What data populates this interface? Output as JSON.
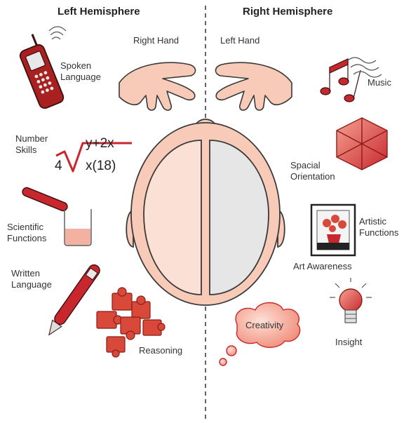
{
  "headers": {
    "left": "Left Hemisphere",
    "right": "Right Hemisphere"
  },
  "labels": {
    "right_hand": "Right Hand",
    "left_hand": "Left Hand",
    "spoken_language": "Spoken\nLanguage",
    "number_skills": "Number\nSkills",
    "scientific_functions": "Scientific\nFunctions",
    "written_language": "Written\nLanguage",
    "reasoning": "Reasoning",
    "music": "Music",
    "spacial_orientation": "Spacial\nOrientation",
    "artistic_functions": "Artistic\nFunctions",
    "art_awareness": "Art Awareness",
    "insight": "Insight",
    "creativity": "Creativity"
  },
  "math": {
    "coefficient": "4",
    "numerator": "y+2x",
    "denominator": "x(18)"
  },
  "icons": {
    "phone": "mobile-phone-icon",
    "hands": "hand-icon",
    "test_tube": "test-tube-icon",
    "beaker": "beaker-icon",
    "pen": "pen-icon",
    "puzzle": "puzzle-pieces-icon",
    "music": "music-notes-icon",
    "hexagon": "hexagon-cube-icon",
    "painting": "framed-flower-painting-icon",
    "bulb": "light-bulb-icon",
    "cloud": "thought-cloud-icon"
  },
  "colors": {
    "accent_red": "#c8282d",
    "skin": "#f7cbb7",
    "left_hemisphere": "#fbe1d5",
    "right_hemisphere": "#e6e6e6",
    "outline": "#3a3a3a"
  }
}
